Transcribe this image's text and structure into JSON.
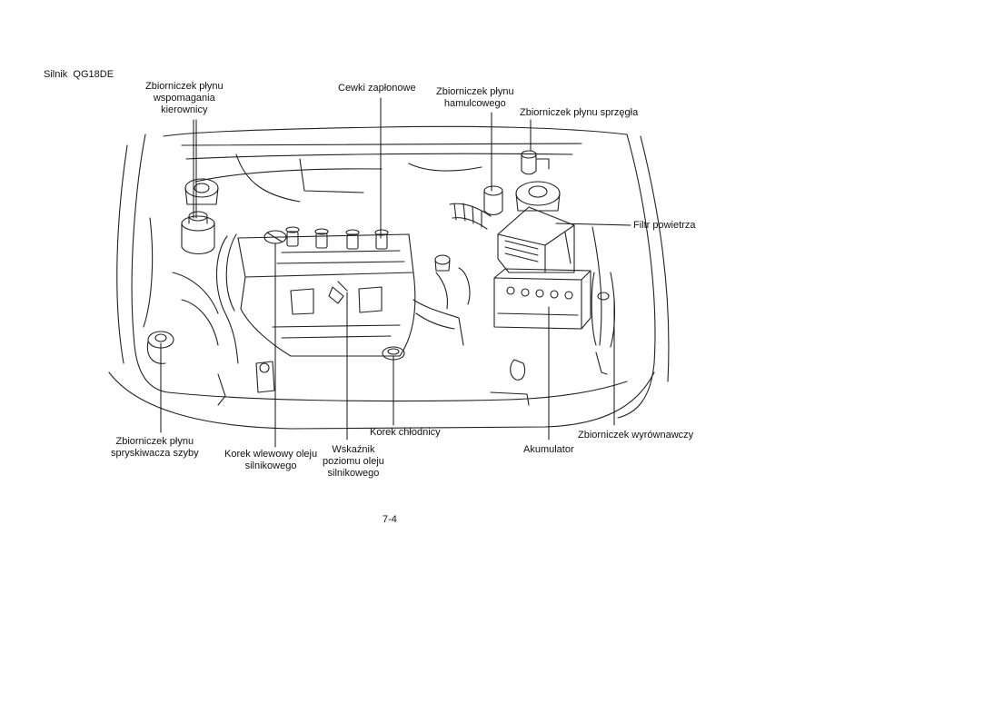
{
  "title": "Silnik  QG18DE",
  "page_number": "7-4",
  "labels": {
    "steering_reservoir": "Zbiorniczek płynu\nwspomagania\nkierownicy",
    "ignition_coils": "Cewki zapłonowe",
    "brake_reservoir": "Zbiorniczek płynu\nhamulcowego",
    "clutch_reservoir": "Zbiorniczek płynu sprzęgła",
    "air_filter": "Filtr powietrza",
    "radiator_cap": "Korek chłodnicy",
    "expansion_tank": "Zbiorniczek wyrównawczy",
    "washer_reservoir": "Zbiorniczek płynu\nspryskiwacza szyby",
    "oil_filler_cap": "Korek wlewowy oleju\nsilnikowego",
    "oil_dipstick": "Wskaźnik\npoziomu oleju\nsilnikowego",
    "battery": "Akumulator"
  }
}
